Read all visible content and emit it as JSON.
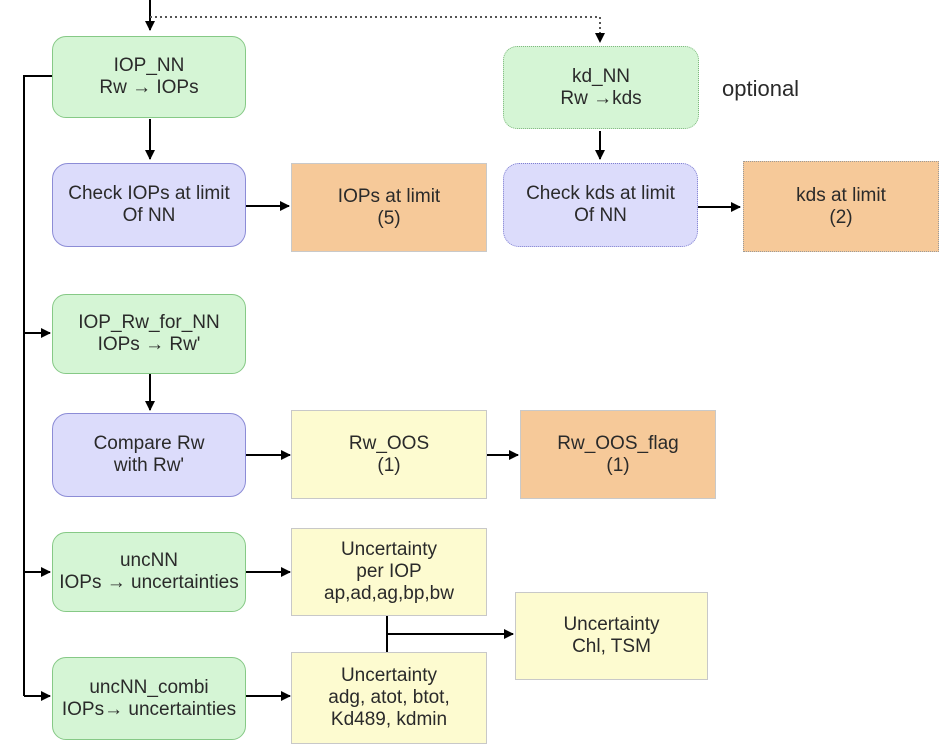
{
  "nodes": {
    "iop_nn": {
      "line1": "IOP_NN",
      "line2": "Rw → IOPs"
    },
    "kd_nn": {
      "line1": "kd_NN",
      "line2": "Rw →kds"
    },
    "optional_note": "optional",
    "check_iops": {
      "line1": "Check IOPs at limit",
      "line2": "Of NN"
    },
    "iops_at_limit": {
      "line1": "IOPs at limit",
      "line2": "(5)"
    },
    "check_kds": {
      "line1": "Check kds at limit",
      "line2": "Of NN"
    },
    "kds_at_limit": {
      "line1": "kds at limit",
      "line2": "(2)"
    },
    "iop_rw_for_nn": {
      "line1": "IOP_Rw_for_NN",
      "line2": "IOPs → Rw'"
    },
    "compare_rw": {
      "line1": "Compare Rw",
      "line2": "with Rw'"
    },
    "rw_oos": {
      "line1": "Rw_OOS",
      "line2": "(1)"
    },
    "rw_oos_flag": {
      "line1": "Rw_OOS_flag",
      "line2": "(1)"
    },
    "uncnn": {
      "line1": "uncNN",
      "line2": "IOPs → uncertainties"
    },
    "unc_per_iop": {
      "line1": "Uncertainty",
      "line2": "per IOP",
      "line3": "ap,ad,ag,bp,bw"
    },
    "unc_chl_tsm": {
      "line1": "Uncertainty",
      "line2": "Chl, TSM"
    },
    "uncnn_combi": {
      "line1": "uncNN_combi",
      "line2": "IOPs→ uncertainties"
    },
    "unc_combi": {
      "line1": "Uncertainty",
      "line2": "adg, atot, btot,",
      "line3": "Kd489, kdmin"
    }
  }
}
